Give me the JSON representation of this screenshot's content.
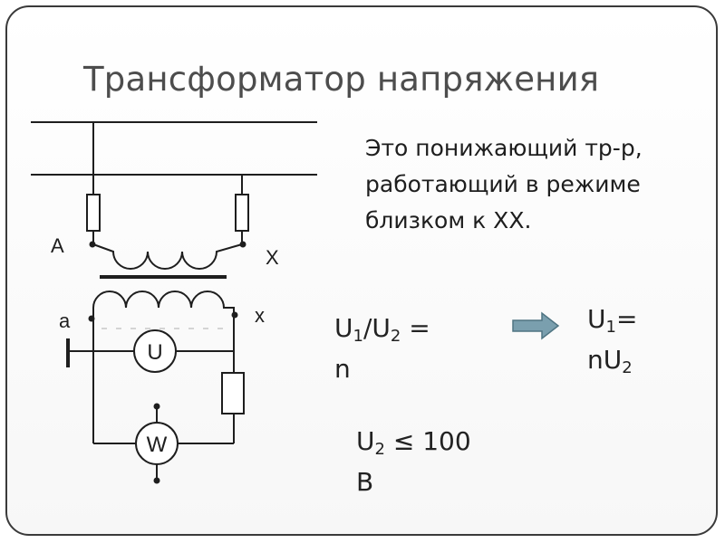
{
  "title": "Трансформатор напряжения",
  "description": [
    "Это понижающий тр-р,",
    "работающий в режиме",
    "близком к ХХ."
  ],
  "formulas": {
    "ratio": {
      "l1": "U",
      "s1": "1",
      "l2": "/U",
      "s2": "2",
      "l3": " =",
      "l4": "n"
    },
    "result": {
      "l1": "U",
      "s1": "1",
      "l2": "=",
      "l3": "nU",
      "s3": "2"
    },
    "limit": {
      "l1": "U",
      "s1": "2",
      "l2": " ≤ 100",
      "l3": "В"
    }
  },
  "terminals": {
    "A": "A",
    "X": "X",
    "a": "a",
    "x": "x"
  },
  "meters": {
    "voltmeter": "U",
    "wattmeter": "W"
  },
  "colors": {
    "arrow_fill": "#7a9fae",
    "arrow_stroke": "#4f7482",
    "line": "#1e1e1e",
    "frame": "#3a3a3a"
  }
}
